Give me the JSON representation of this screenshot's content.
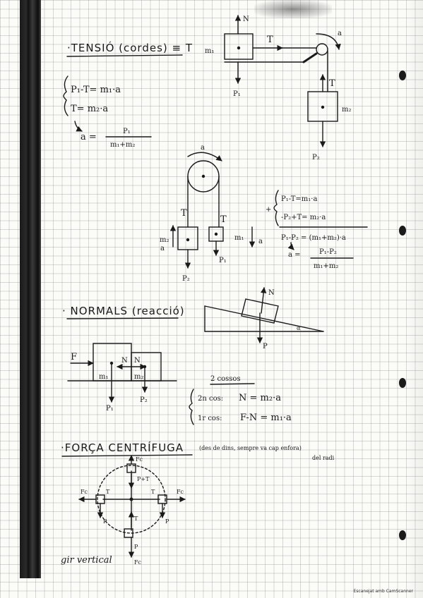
{
  "tension": {
    "heading": "·TENSIÓ (cordes) ≡ T",
    "eq1": "P₁-T= m₁·a",
    "eq2": "T= m₂·a",
    "a_lhs": "a =",
    "a_num": "P₁",
    "a_den": "m₁+m₂",
    "fig1": {
      "N": "N",
      "T": "T",
      "a": "a",
      "m1": "m₁",
      "P1": "P₁",
      "m2": "m₂",
      "P2": "P₂"
    },
    "fig2": {
      "a": "a",
      "T": "T",
      "m2": "m₂",
      "m1": "m₁",
      "P2": "P₂",
      "P1": "P₁"
    },
    "sys1": "P₁-T=m₁·a",
    "sys2": "-P₂+T= m₂·a",
    "plus": "+",
    "sum": "P₁-P₂ = (m₁+m₂)·a",
    "a2_lhs": "a =",
    "a2_num": "P₁-P₂",
    "a2_den": "m₁+m₂"
  },
  "normals": {
    "heading": "· NORMALS (reacció)",
    "ramp": {
      "N": "N",
      "P": "P",
      "alpha": "α"
    },
    "fig": {
      "F": "F",
      "N1": "N",
      "N2": "N",
      "m1": "m₁",
      "m2": "m₂",
      "P1": "P₁",
      "P2": "P₂"
    },
    "cases_title": "2 cossos",
    "case1_label": "2n cos:",
    "case1_eq": "N = m₂·a",
    "case2_label": "1r cos:",
    "case2_eq": "F-N = m₁·a"
  },
  "centrifugal": {
    "heading": "·FORÇA CENTRÍFUGA",
    "note_line1": "(des de dins, sempre va cap enfora)",
    "note_line2": "del radi",
    "labels": {
      "Fc": "Fc",
      "PT": "P+T",
      "T": "T",
      "P": "P"
    },
    "caption": "gir vertical"
  },
  "footer": "Escanejat amb CamScanner"
}
